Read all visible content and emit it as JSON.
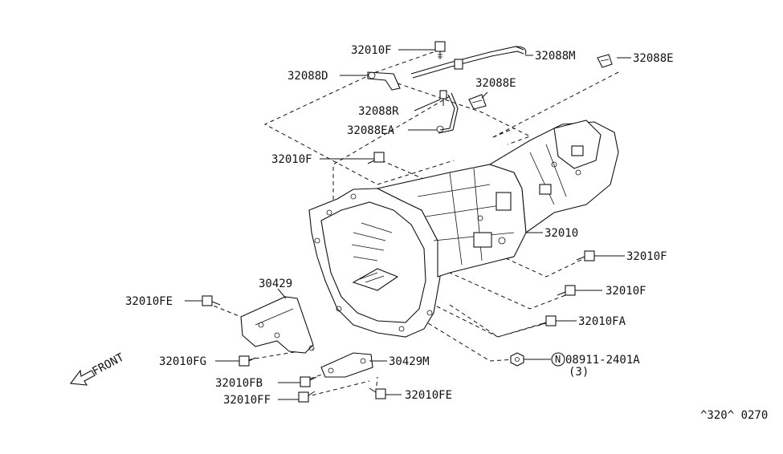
{
  "labels": {
    "l_32010F_a": "32010F",
    "l_32088M": "32088M",
    "l_32088E_a": "32088E",
    "l_32088D": "32088D",
    "l_32088E_b": "32088E",
    "l_32088R": "32088R",
    "l_32088EA": "32088EA",
    "l_32010F_b": "32010F",
    "l_32010": "32010",
    "l_32010F_c": "32010F",
    "l_32010F_d": "32010F",
    "l_32010FA": "32010FA",
    "l_30429": "30429",
    "l_32010FE_a": "32010FE",
    "l_32010FG": "32010FG",
    "l_30429M": "30429M",
    "l_nut_num": "08911-2401A",
    "l_nut_qty": "(3)",
    "l_32010FB": "32010FB",
    "l_32010FF": "32010FF",
    "l_32010FE_b": "32010FE",
    "front": "FRONT",
    "nut_symbol": "N",
    "ref_code": "^320^ 0270"
  }
}
